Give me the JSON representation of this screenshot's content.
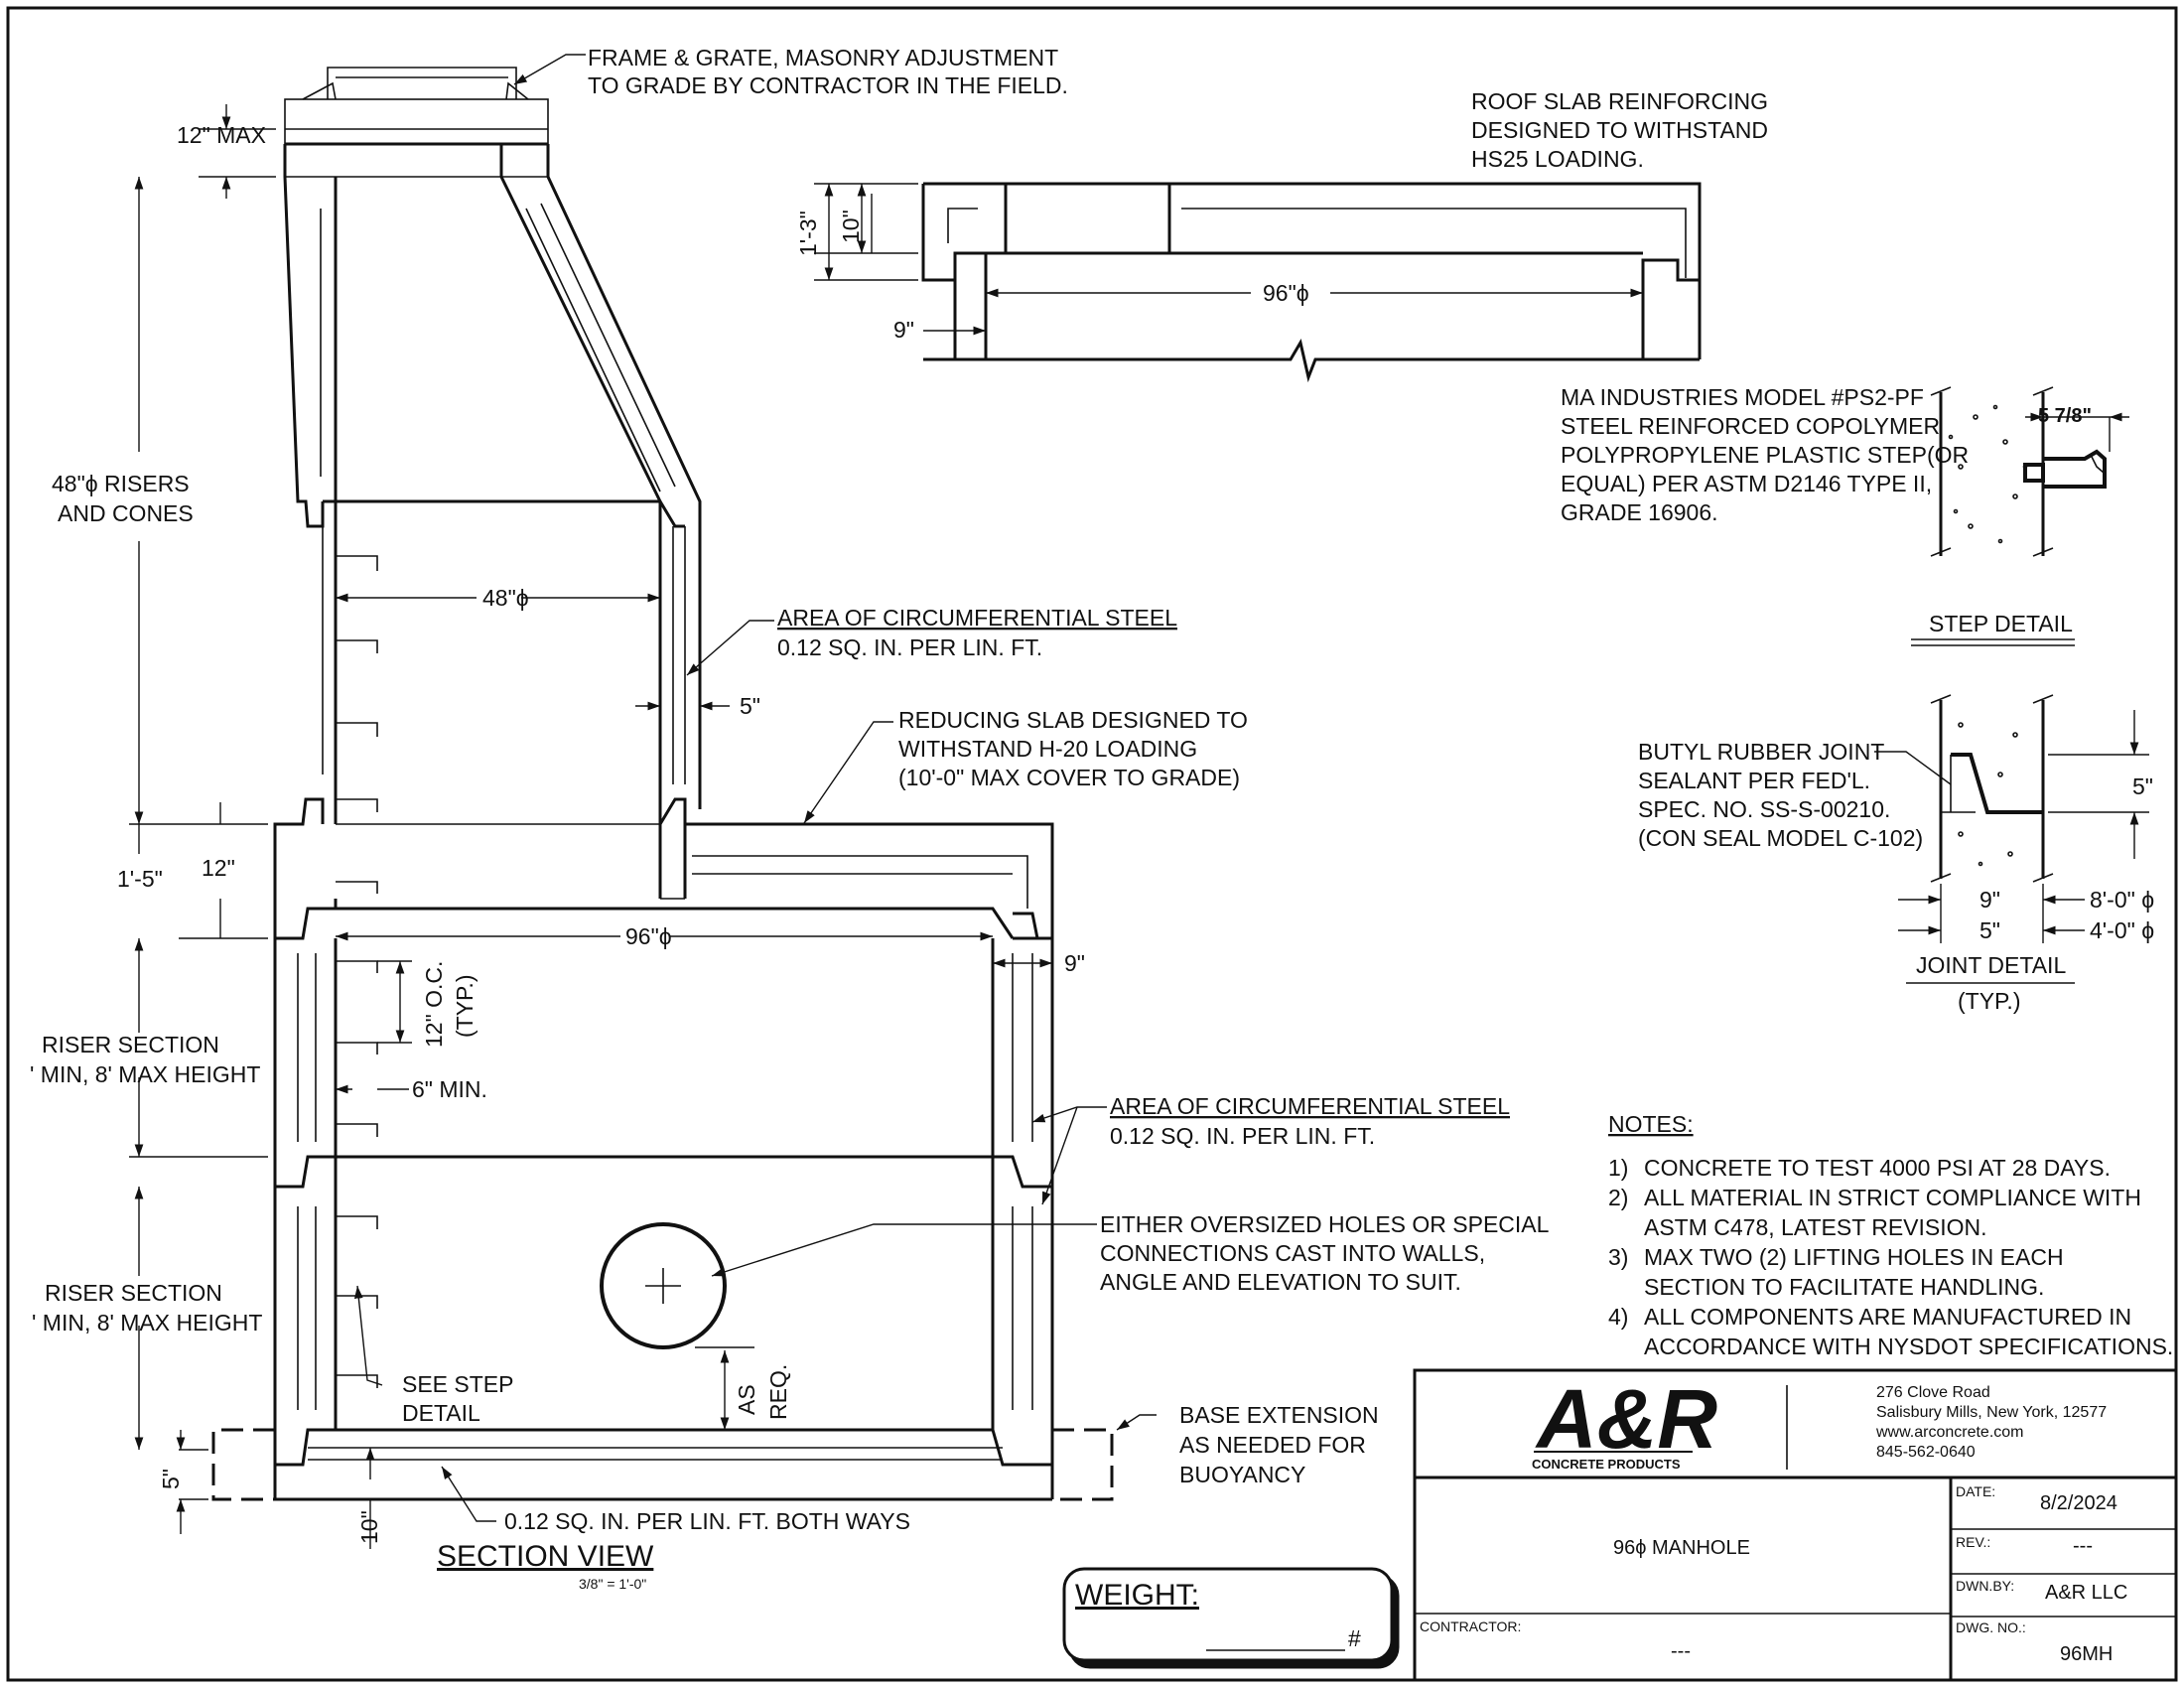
{
  "notes_callouts": {
    "frame_grate": [
      "FRAME & GRATE, MASONRY ADJUSTMENT",
      "TO GRADE BY CONTRACTOR IN THE FIELD."
    ],
    "roof_slab": [
      "ROOF  SLAB  REINFORCING",
      "DESIGNED TO WITHSTAND",
      "HS25 LOADING."
    ],
    "risers_cones": [
      "48\"ϕ RISERS",
      "AND CONES"
    ],
    "circ_steel_upper": [
      "AREA OF CIRCUMFERENTIAL STEEL",
      "0.12 SQ. IN. PER LIN. FT."
    ],
    "reducing_slab": [
      "REDUCING SLAB DESIGNED TO",
      "WITHSTAND H-20 LOADING",
      "(10'-0\" MAX COVER TO GRADE)"
    ],
    "riser_section_1": [
      "RISER SECTION",
      "' MIN, 8' MAX HEIGHT"
    ],
    "riser_section_2": [
      "RISER SECTION",
      "' MIN, 8' MAX HEIGHT"
    ],
    "circ_steel_lower": [
      "AREA OF CIRCUMFERENTIAL STEEL",
      "0.12 SQ. IN. PER LIN. FT."
    ],
    "oversized_holes": [
      "EITHER OVERSIZED HOLES OR SPECIAL",
      "CONNECTIONS  CAST  INTO  WALLS,",
      "ANGLE AND ELEVATION TO SUIT."
    ],
    "see_step": [
      "SEE STEP",
      "DETAIL"
    ],
    "base_extension": [
      "BASE EXTENSION",
      "AS  NEEDED  FOR",
      "BUOYANCY"
    ],
    "base_steel": "0.12 SQ. IN. PER LIN. FT. BOTH WAYS",
    "step_model": [
      "MA INDUSTRIES MODEL #PS2-PF",
      "STEEL REINFORCED COPOLYMER",
      "POLYPROPYLENE PLASTIC STEP(OR",
      "EQUAL) PER ASTM D2146 TYPE II,",
      "GRADE 16906."
    ],
    "butyl": [
      "BUTYL RUBBER JOINT",
      "SEALANT PER FED'L.",
      "SPEC. NO. SS-S-00210.",
      "(CON SEAL MODEL C-102)"
    ]
  },
  "dimensions": {
    "max12": "12\" MAX",
    "d48": "48\"ϕ",
    "d96": "96\"ϕ",
    "d96_roof": "96\"ϕ",
    "w5": "5\"",
    "w9": "9\"",
    "h1_5": "1'-5\"",
    "h12": "12\"",
    "oc12": "12\" O.C.",
    "typ": "(TYP.)",
    "min6": "6\" MIN.",
    "as": "AS",
    "req": "REQ.",
    "base5": "5\"",
    "base10": "10\"",
    "roof1_3": "1'-3\"",
    "roof10": "10\"",
    "roof9": "9\"",
    "step578": "5 7/8\"",
    "joint5": "5\"",
    "joint9": "9\"",
    "joint5b": "5\"",
    "joint8": "8'-0\" ϕ",
    "joint4": "4'-0\" ϕ"
  },
  "titles": {
    "section_view": "SECTION VIEW",
    "scale": "3/8\" = 1'-0\"",
    "step_detail": "STEP DETAIL",
    "joint_detail": "JOINT DETAIL",
    "joint_typ": "(TYP.)",
    "weight": "WEIGHT:",
    "weight_unit": "#"
  },
  "notes": {
    "heading": "NOTES:",
    "items": [
      [
        "1)",
        "CONCRETE TO TEST 4000 PSI AT 28 DAYS."
      ],
      [
        "2)",
        "ALL MATERIAL IN STRICT COMPLIANCE WITH",
        "ASTM C478, LATEST REVISION."
      ],
      [
        "3)",
        "MAX TWO (2) LIFTING HOLES IN EACH",
        "SECTION TO FACILITATE HANDLING."
      ],
      [
        "4)",
        "ALL COMPONENTS ARE MANUFACTURED IN",
        "ACCORDANCE WITH NYSDOT SPECIFICATIONS."
      ]
    ]
  },
  "title_block": {
    "logo_text": "A&R",
    "logo_sub": "CONCRETE PRODUCTS",
    "address": [
      "276 Clove Road",
      "Salisbury Mills, New York, 12577",
      "www.arconcrete.com",
      "845-562-0640"
    ],
    "drawing_title": "96ϕ MANHOLE",
    "date_label": "DATE:",
    "date_value": "8/2/2024",
    "rev_label": "REV.:",
    "rev_value": "---",
    "dwn_label": "DWN.BY:",
    "dwn_value": "A&R LLC",
    "contractor_label": "CONTRACTOR:",
    "contractor_value": "---",
    "dwg_label": "DWG. NO.:",
    "dwg_value": "96MH"
  }
}
